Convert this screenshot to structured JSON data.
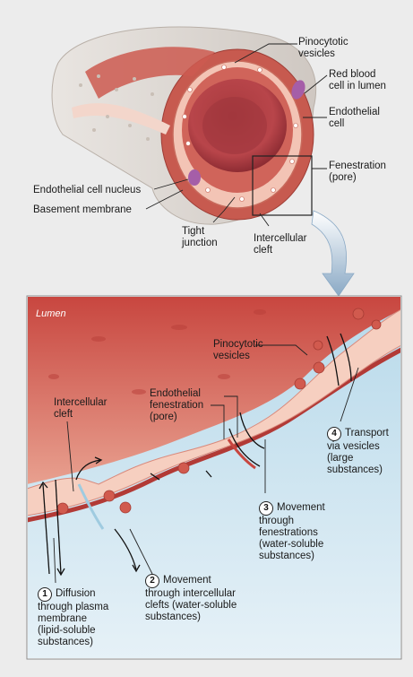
{
  "top": {
    "pinocytotic_vesicles": "Pinocytotic\nvesicles",
    "red_blood_cell": "Red blood\ncell in lumen",
    "endothelial_cell": "Endothelial\ncell",
    "fenestration": "Fenestration\n(pore)",
    "endothelial_nucleus": "Endothelial cell nucleus",
    "basement_membrane": "Basement membrane",
    "tight_junction": "Tight\njunction",
    "intercellular_cleft": "Intercellular\ncleft"
  },
  "detail": {
    "lumen": "Lumen",
    "pinocytotic_vesicles": "Pinocytotic\nvesicles",
    "intercellular_cleft": "Intercellular\ncleft",
    "endothelial_fenestration": "Endothelial\nfenestration\n(pore)",
    "steps": [
      {
        "num": "1",
        "first": "Diffusion",
        "rest": "through plasma\nmembrane\n(lipid-soluble\nsubstances)"
      },
      {
        "num": "2",
        "first": "Movement",
        "rest": "through intercellular\nclefts (water-soluble\nsubstances)"
      },
      {
        "num": "3",
        "first": "Movement",
        "rest": "through\nfenestrations\n(water-soluble\nsubstances)"
      },
      {
        "num": "4",
        "first": "Transport",
        "rest": "via vesicles\n(large\nsubstances)"
      }
    ]
  },
  "colors": {
    "lumen_red": "#c8463f",
    "endothelium_pink": "#f6cfc0",
    "interstitial_blue": "#9fcbe0",
    "outer_wall_gray": "#dcd7d2"
  }
}
